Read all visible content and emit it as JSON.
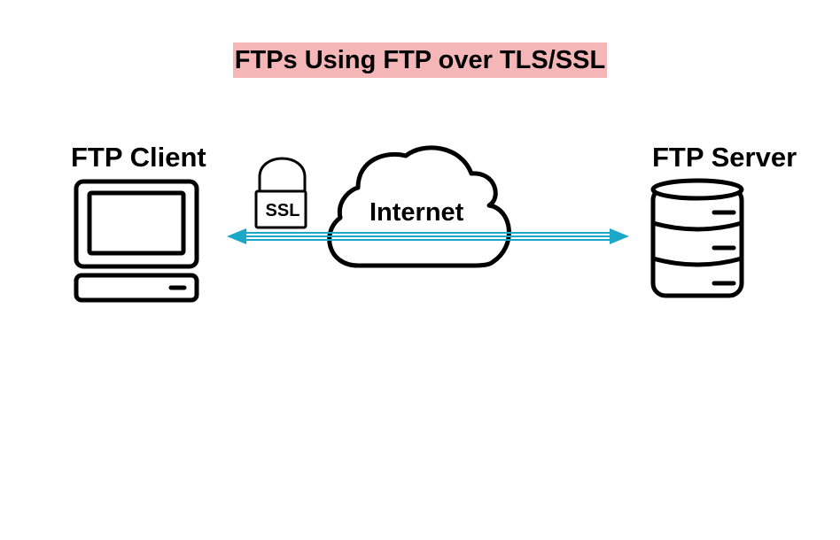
{
  "title": "FTPs Using FTP over TLS/SSL",
  "nodes": {
    "client": {
      "label": "FTP Client",
      "icon": "computer-icon"
    },
    "server": {
      "label": "FTP Server",
      "icon": "database-icon"
    },
    "internet": {
      "label": "Internet",
      "icon": "cloud-icon"
    },
    "lock": {
      "label": "SSL",
      "icon": "padlock-icon"
    }
  },
  "connection": {
    "type": "bidirectional",
    "color": "#1aa7c8"
  },
  "colors": {
    "title_highlight": "#f4b6b6",
    "stroke": "#000000"
  }
}
